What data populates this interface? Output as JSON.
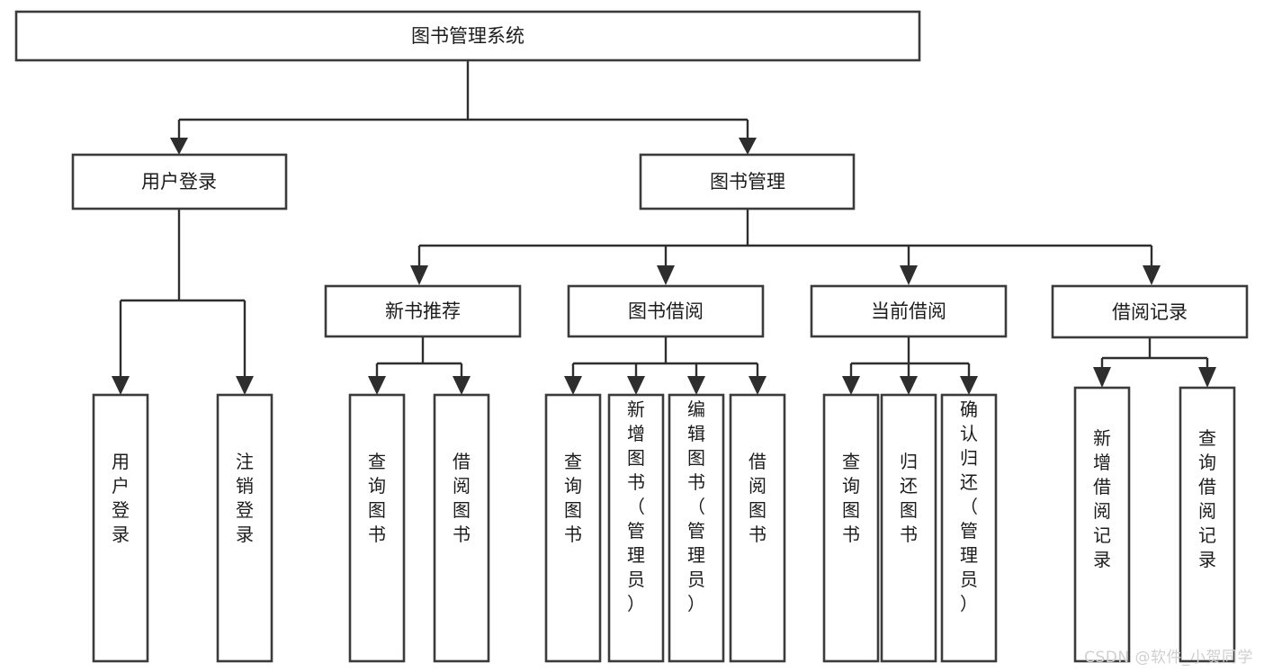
{
  "diagram": {
    "title": "图书管理系统",
    "type": "tree-hierarchy",
    "watermark": "CSDN @软件_小贺同学",
    "colors": {
      "background": "#ffffff",
      "box_stroke": "#3b3b3b",
      "connector": "#2e2e2e",
      "text": "#1c1c1c",
      "watermark": "#cfcfcf"
    },
    "root": {
      "label": "图书管理系统"
    },
    "level2": [
      {
        "label": "用户登录"
      },
      {
        "label": "图书管理"
      }
    ],
    "level3": [
      {
        "label": "新书推荐"
      },
      {
        "label": "图书借阅"
      },
      {
        "label": "当前借阅"
      },
      {
        "label": "借阅记录"
      }
    ],
    "leaves": {
      "user_login": [
        {
          "label": "用户登录"
        },
        {
          "label": "注销登录"
        }
      ],
      "new_book": [
        {
          "label": "查询图书"
        },
        {
          "label": "借阅图书"
        }
      ],
      "book_borrow": [
        {
          "label": "查询图书"
        },
        {
          "label": "新增图书（管理员）"
        },
        {
          "label": "编辑图书（管理员）"
        },
        {
          "label": "借阅图书"
        }
      ],
      "current_borrow": [
        {
          "label": "查询图书"
        },
        {
          "label": "归还图书"
        },
        {
          "label": "确认归还（管理员）"
        }
      ],
      "borrow_record": [
        {
          "label": "新增借阅记录"
        },
        {
          "label": "查询借阅记录"
        }
      ]
    }
  }
}
